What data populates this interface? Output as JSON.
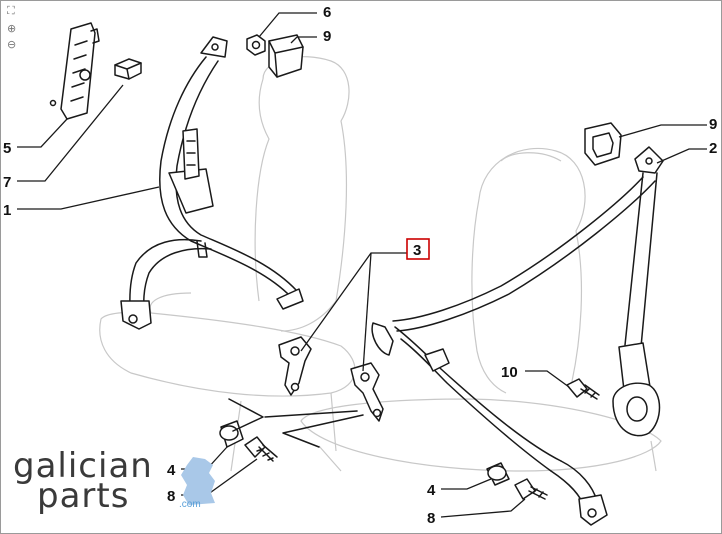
{
  "toolbar": {
    "fit_icon": "fit-to-screen-icon",
    "zoom_in_icon": "zoom-in-icon",
    "zoom_out_icon": "zoom-out-icon",
    "fit_glyph": "⛶",
    "zoom_in_glyph": "⊕",
    "zoom_out_glyph": "⊖"
  },
  "callouts": {
    "c1": "1",
    "c2": "2",
    "c3": "3",
    "c4a": "4",
    "c4b": "4",
    "c5": "5",
    "c6": "6",
    "c7": "7",
    "c8a": "8",
    "c8b": "8",
    "c9a": "9",
    "c9b": "9",
    "c10": "10"
  },
  "selected_callout": "3",
  "selected_color": "#cc0000",
  "logo": {
    "line1": "galician",
    "line2": "parts",
    "suffix": ".com",
    "map_color": "#a9c8e8"
  }
}
